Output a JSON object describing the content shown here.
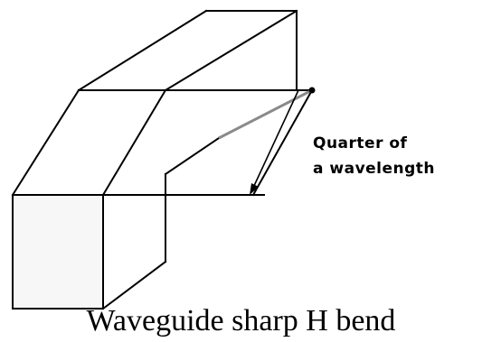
{
  "annotation": {
    "line1": "Quarter of",
    "line2": "a wavelength"
  },
  "caption": "Waveguide sharp H bend"
}
